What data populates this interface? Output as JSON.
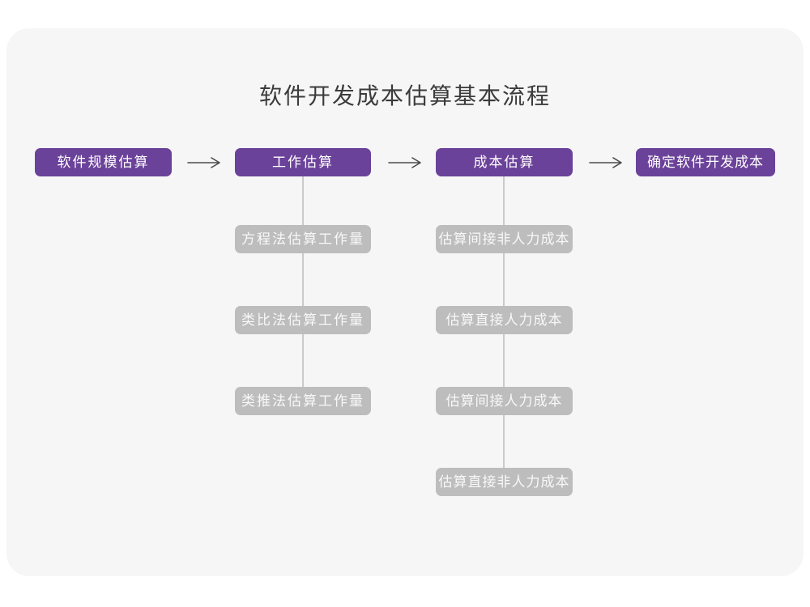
{
  "diagram": {
    "title": "软件开发成本估算基本流程",
    "stages": [
      {
        "label": "软件规模估算",
        "substeps": []
      },
      {
        "label": "工作估算",
        "substeps": [
          "方程法估算工作量",
          "类比法估算工作量",
          "类推法估算工作量"
        ]
      },
      {
        "label": "成本估算",
        "substeps": [
          "估算间接非人力成本",
          "估算直接人力成本",
          "估算间接人力成本",
          "估算直接非人力成本"
        ]
      },
      {
        "label": "确定软件开发成本",
        "substeps": []
      }
    ],
    "colors": {
      "stage_box": "#6b4299",
      "substep_box": "#bdbdbd",
      "connector_line": "#cacaca",
      "arrow": "#4a4a4a",
      "canvas_background": "#f6f6f6",
      "page_background": "#ffffff",
      "box_text": "#ffffff",
      "title_text": "#3b3b3b"
    }
  }
}
